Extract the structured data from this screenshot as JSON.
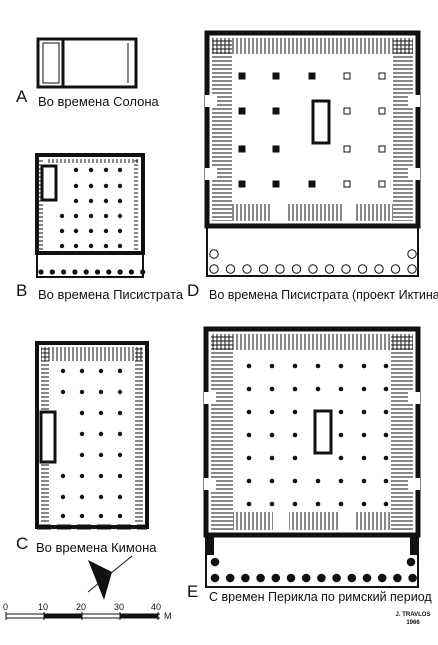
{
  "plans": [
    {
      "letter": "A",
      "caption": "Во времена Солона"
    },
    {
      "letter": "B",
      "caption": "Во времена Писистрата"
    },
    {
      "letter": "C",
      "caption": "Во времена Кимона"
    },
    {
      "letter": "D",
      "caption": "Во времена Писистрата (проект Иктина)"
    },
    {
      "letter": "E",
      "caption": "С времен Перикла по римский период"
    }
  ],
  "scale": {
    "ticks": [
      "0",
      "10",
      "20",
      "30",
      "40"
    ],
    "unit": "M"
  },
  "credit": {
    "line1": "J. TRAVLOS",
    "line2": "1966"
  }
}
